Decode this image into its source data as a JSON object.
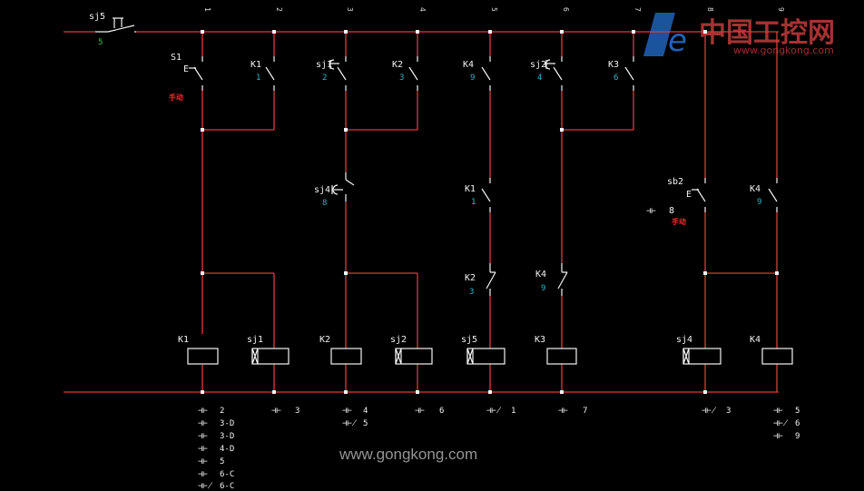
{
  "columns": [
    "1",
    "2",
    "3",
    "4",
    "5",
    "6",
    "7",
    "8",
    "9"
  ],
  "components": {
    "sj5_switch": {
      "label": "sj5",
      "num": "5"
    },
    "S1": {
      "label": "S1",
      "E": "E",
      "note": "手动"
    },
    "K1_nc": {
      "label": "K1",
      "num": "1"
    },
    "sj1_contact": {
      "label": "sj1",
      "num": "2"
    },
    "K2_contact": {
      "label": "K2",
      "num": "3"
    },
    "K4_contact": {
      "label": "K4",
      "num": "9"
    },
    "sj2_contact": {
      "label": "sj2",
      "num": "4"
    },
    "K3_contact": {
      "label": "K3",
      "num": "6"
    },
    "sj4_contact": {
      "label": "sj4",
      "num": "8"
    },
    "K1_contact2": {
      "label": "K1",
      "num": "1"
    },
    "K2_contact2": {
      "label": "K2",
      "num": "3"
    },
    "K4_contact2": {
      "label": "K4",
      "num": "9"
    },
    "sb2": {
      "label": "sb2",
      "E": "E",
      "note": "手动",
      "ref_num": "8"
    },
    "K4_contact3": {
      "label": "K4",
      "num": "9"
    }
  },
  "coils": [
    "K1",
    "sj1",
    "K2",
    "sj2",
    "sj5",
    "K3",
    "sj4",
    "K4"
  ],
  "xref": {
    "col1": [
      "2",
      "3-D",
      "3-D",
      "4-D",
      "5",
      "6-C",
      "6-C"
    ],
    "col2": [
      "3"
    ],
    "col3": [
      "4",
      "5"
    ],
    "col4": [
      "6"
    ],
    "col5": [
      "1"
    ],
    "col6": [
      "7"
    ],
    "col8": [
      "3"
    ],
    "col9": [
      "5",
      "6",
      "9"
    ]
  },
  "watermark": "www.gongkong.com",
  "logo": {
    "cn": "中国工控网",
    "url": "www.gongkong.com",
    "mark": "e"
  },
  "colors": {
    "wire": "#e03a3a",
    "device": "#f2f2f2",
    "ref_number": "#2fb6c9",
    "green": "#3cc14a",
    "note": "#ff2a2a"
  }
}
